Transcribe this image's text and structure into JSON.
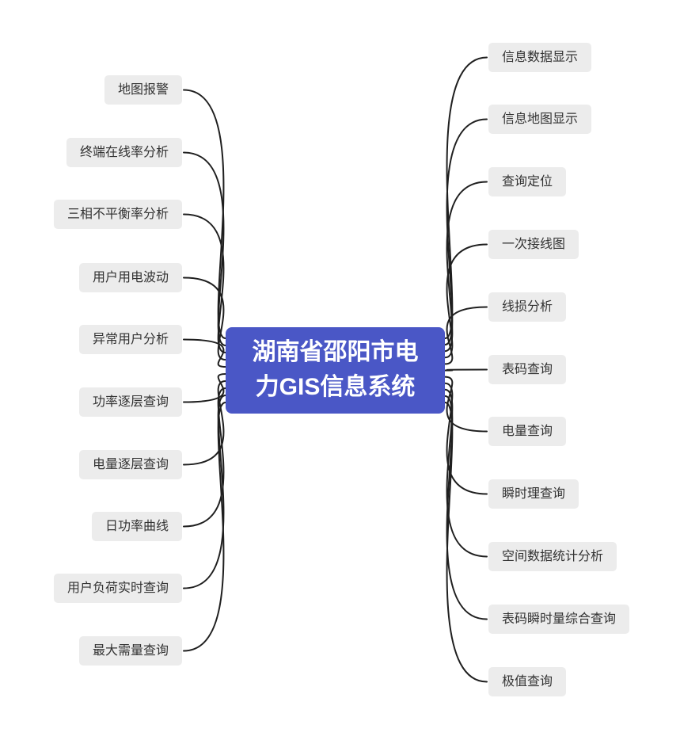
{
  "title": "湖南省邵阳市电力GIS信息系统",
  "center": {
    "label": "湖南省邵阳市电力GIS信息系统"
  },
  "left_nodes": [
    {
      "label": "地图报警"
    },
    {
      "label": "终端在线率分析"
    },
    {
      "label": "三相不平衡率分析"
    },
    {
      "label": "用户用电波动"
    },
    {
      "label": "异常用户分析"
    },
    {
      "label": "功率逐层查询"
    },
    {
      "label": "电量逐层查询"
    },
    {
      "label": "日功率曲线"
    },
    {
      "label": "用户负荷实时查询"
    },
    {
      "label": "最大需量查询"
    }
  ],
  "right_nodes": [
    {
      "label": "信息数据显示"
    },
    {
      "label": "信息地图显示"
    },
    {
      "label": "查询定位"
    },
    {
      "label": "一次接线图"
    },
    {
      "label": "线损分析"
    },
    {
      "label": "表码查询"
    },
    {
      "label": "电量查询"
    },
    {
      "label": "瞬时理查询"
    },
    {
      "label": "空间数据统计分析"
    },
    {
      "label": "表码瞬时量综合查询"
    },
    {
      "label": "极值查询"
    }
  ],
  "colors": {
    "center_bg": "#4a57c6",
    "center_text": "#ffffff",
    "node_bg": "#ececec",
    "node_text": "#333333",
    "line": "#1f1f1f",
    "background": "#ffffff"
  }
}
